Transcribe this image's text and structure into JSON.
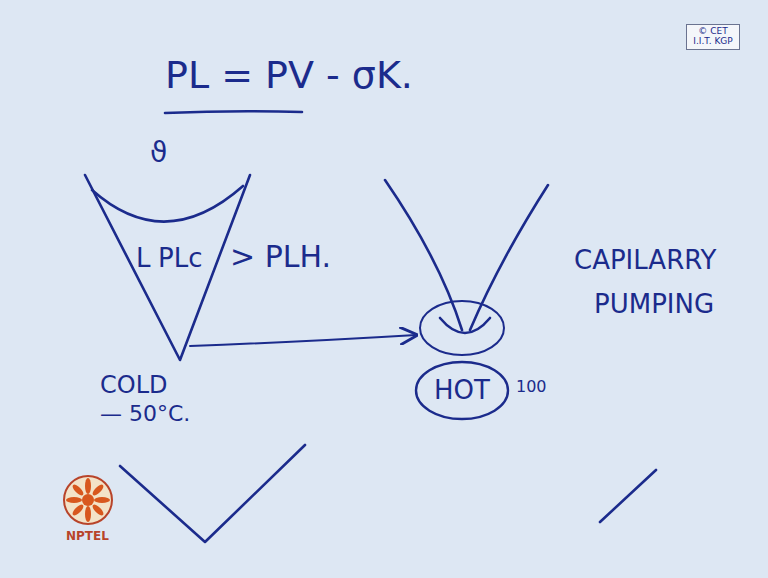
{
  "diagram": {
    "nodes": [
      {
        "text": [
          "© CET I.I.T. KGP"
        ]
      },
      {
        "text": [
          "HOT"
        ]
      }
    ],
    "labels": [
      "PL = PV - σK.",
      "ϑ",
      "L",
      "PLc",
      "> PLH.",
      "COLD",
      "— 50°C.",
      "100",
      "CAPILARRY",
      "PUMPING",
      "NPTEL"
    ]
  }
}
